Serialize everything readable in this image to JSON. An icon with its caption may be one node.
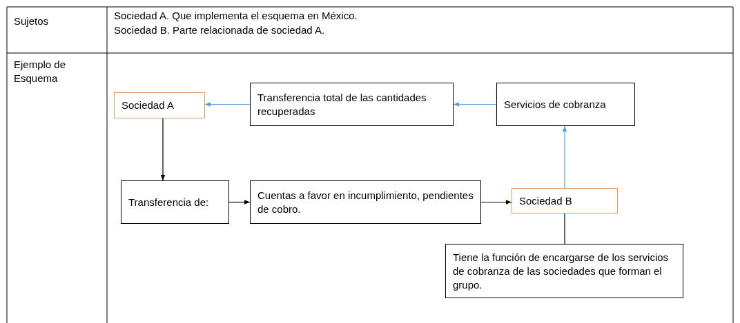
{
  "diagram": {
    "nodes": [
      {
        "text": [
          "Sociedad A"
        ]
      },
      {
        "text": [
          "Transferencia total de las cantidades recuperadas"
        ]
      },
      {
        "text": [
          "Servicios de cobranza"
        ]
      },
      {
        "text": [
          "Transferencia de:"
        ]
      },
      {
        "text": [
          "Cuentas a favor en incumplimiento, pendientes de cobro."
        ]
      },
      {
        "text": [
          "Sociedad B"
        ]
      },
      {
        "text": [
          "Tiene la función de encargarse de los servicios de cobranza de las sociedades que forman el grupo."
        ]
      }
    ],
    "edges": [
      {
        "from": 2,
        "to": 1,
        "arrow": "to",
        "color": "#5b9bd5"
      },
      {
        "from": 1,
        "to": 0,
        "arrow": "to",
        "color": "#5b9bd5"
      },
      {
        "from": 0,
        "to": 3,
        "arrow": "to"
      },
      {
        "from": 3,
        "to": 4,
        "arrow": "to"
      },
      {
        "from": 4,
        "to": 5,
        "arrow": "to"
      },
      {
        "from": 5,
        "to": 2,
        "arrow": "to",
        "color": "#5b9bd5"
      },
      {
        "from": 5,
        "to": 6,
        "arrow": "none"
      }
    ],
    "labels": [
      "Sujetos",
      "Sociedad A. Que implementa el esquema en México.",
      "Sociedad B. Parte relacionada de sociedad A.",
      "Ejemplo de Esquema"
    ]
  }
}
